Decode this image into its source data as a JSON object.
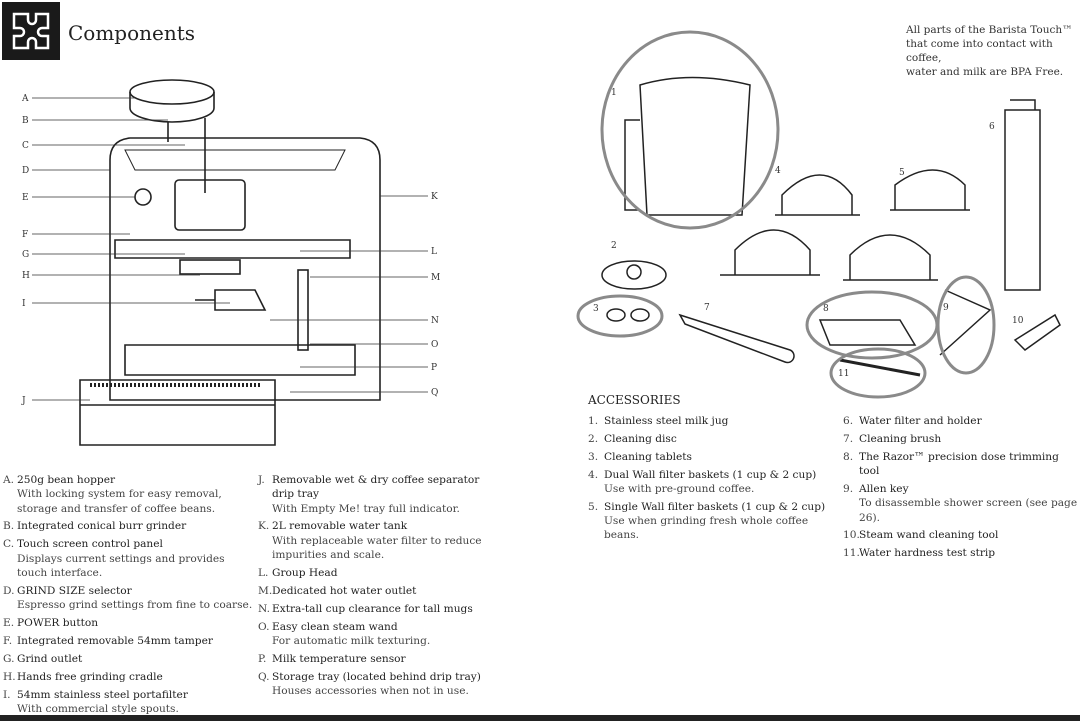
{
  "header": {
    "title": "Components",
    "logo_icon": "puzzle-icon"
  },
  "note": {
    "lines": [
      "All parts of the Barista Touch™",
      "that come into contact with coffee,",
      "water and milk are BPA Free."
    ]
  },
  "diagram": {
    "left_labels": [
      "A",
      "B",
      "C",
      "D",
      "E",
      "F",
      "G",
      "H",
      "I",
      "J"
    ],
    "right_labels": [
      "K",
      "L",
      "M",
      "N",
      "O",
      "P",
      "Q"
    ]
  },
  "accessory_figure": {
    "numbers": [
      "1",
      "2",
      "3",
      "4",
      "5",
      "6",
      "7",
      "8",
      "9",
      "10",
      "11"
    ],
    "highlight_color": "#8a8a8a"
  },
  "components": [
    {
      "key": "A.",
      "title": "250g bean hopper",
      "desc": "With locking system for easy removal, storage and transfer of coffee beans."
    },
    {
      "key": "B.",
      "title": "Integrated conical burr grinder",
      "desc": ""
    },
    {
      "key": "C.",
      "title": "Touch screen control panel",
      "desc": "Displays current settings and provides touch interface."
    },
    {
      "key": "D.",
      "title": "GRIND SIZE selector",
      "desc": "Espresso grind settings from fine to coarse."
    },
    {
      "key": "E.",
      "title": "POWER button",
      "desc": ""
    },
    {
      "key": "F.",
      "title": "Integrated removable 54mm tamper",
      "desc": ""
    },
    {
      "key": "G.",
      "title": "Grind outlet",
      "desc": ""
    },
    {
      "key": "H.",
      "title": "Hands free grinding cradle",
      "desc": ""
    },
    {
      "key": "I.",
      "title": "54mm stainless steel portafilter",
      "desc": "With commercial style spouts."
    },
    {
      "key": "J.",
      "title": "Removable wet & dry coffee separator drip tray",
      "desc": "With Empty Me! tray full indicator."
    },
    {
      "key": "K.",
      "title": "2L removable water tank",
      "desc": "With replaceable water filter to reduce impurities and scale."
    },
    {
      "key": "L.",
      "title": "Group Head",
      "desc": ""
    },
    {
      "key": "M.",
      "title": "Dedicated hot water outlet",
      "desc": ""
    },
    {
      "key": "N.",
      "title": "Extra-tall cup clearance for tall mugs",
      "desc": ""
    },
    {
      "key": "O.",
      "title": "Easy clean steam wand",
      "desc": "For automatic milk texturing."
    },
    {
      "key": "P.",
      "title": "Milk temperature sensor",
      "desc": ""
    },
    {
      "key": "Q.",
      "title": "Storage tray (located behind drip tray)",
      "desc": "Houses accessories when not in use."
    }
  ],
  "accessories": {
    "title": "ACCESSORIES",
    "items": [
      {
        "key": "1.",
        "title": "Stainless steel milk jug",
        "desc": ""
      },
      {
        "key": "2.",
        "title": "Cleaning disc",
        "desc": ""
      },
      {
        "key": "3.",
        "title": "Cleaning tablets",
        "desc": ""
      },
      {
        "key": "4.",
        "title": "Dual Wall filter baskets (1 cup & 2 cup)",
        "desc": "Use with pre-ground coffee."
      },
      {
        "key": "5.",
        "title": "Single Wall filter baskets (1 cup & 2 cup)",
        "desc": "Use when grinding fresh whole coffee beans."
      },
      {
        "key": "6.",
        "title": "Water filter and holder",
        "desc": ""
      },
      {
        "key": "7.",
        "title": "Cleaning brush",
        "desc": ""
      },
      {
        "key": "8.",
        "title": "The Razor™ precision dose trimming tool",
        "desc": ""
      },
      {
        "key": "9.",
        "title": "Allen key",
        "desc": "To disassemble shower screen (see page 26)."
      },
      {
        "key": "10.",
        "title": "Steam wand cleaning tool",
        "desc": ""
      },
      {
        "key": "11.",
        "title": "Water hardness test strip",
        "desc": ""
      }
    ]
  }
}
